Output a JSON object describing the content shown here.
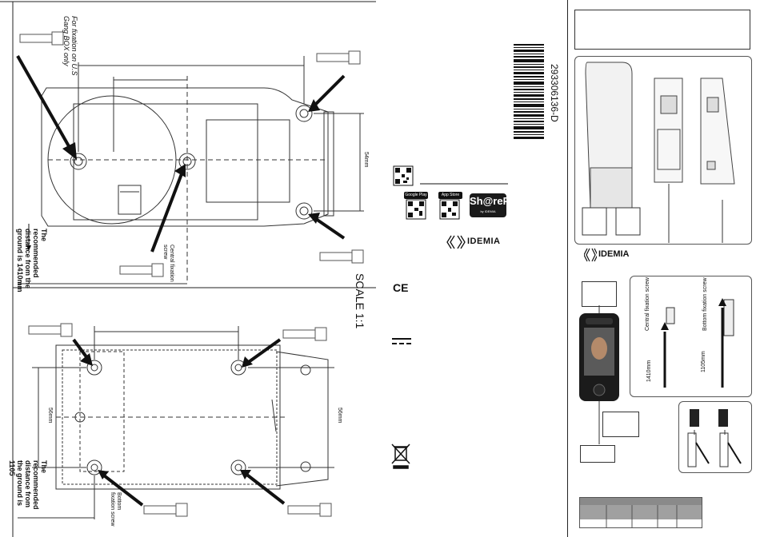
{
  "top_drawing": {
    "fixation_note": "For fixation on U.S Gang BOX only",
    "dimension_label": "54mm",
    "central_screw_label": "Central fixation screw",
    "recommended_distance": "The recommended distance from the ground is 1410mm"
  },
  "scale_label": "SCALE 1:1",
  "bottom_drawing": {
    "left_dimension": "56mm",
    "right_dimension": "56mm",
    "bottom_screw_label": "Bottom fixation screw",
    "recommended_distance": "The recommended distance from the ground is 1105"
  },
  "barcode_number": "293306136-D",
  "stores": {
    "google_play": "Google Play",
    "app_store": "App Store",
    "sharepa": "Sh@rePa",
    "sharepa_sub": "by IDEMIA"
  },
  "brand": "IDEMIA",
  "ce_mark": "CE",
  "install_diagram": {
    "central_screw": "Central fixation screw",
    "bottom_screw": "Bottom fixation screw",
    "height_1": "1410mm",
    "height_2": "1105mm"
  },
  "colors": {
    "ink": "#111111",
    "panel_border": "#555555",
    "table_header": "#8a8a8a"
  }
}
